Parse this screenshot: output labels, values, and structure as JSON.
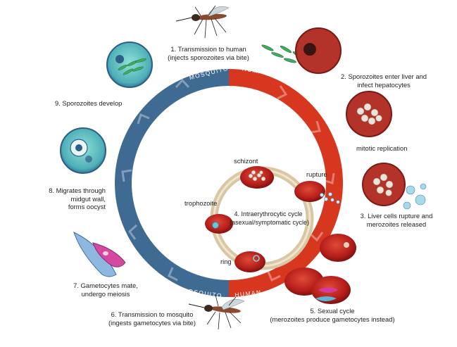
{
  "arc_labels": {
    "mosquito_top": "MOSQUITO",
    "human_top": "HUMAN",
    "mosquito_bottom": "MOSQUITO",
    "human_bottom": "HUMAN"
  },
  "steps": {
    "s1_line1": "1. Transmission to human",
    "s1_line2": "(injects sporozoites via bite)",
    "s2_line1": "2. Sporozoites enter liver and",
    "s2_line2": "infect hepatocytes",
    "mitotic": "mitotic replication",
    "s3_line1": "3. Liver cells rupture and",
    "s3_line2": "merozoites released",
    "s4_line1": "4. Intraerythrocytic cycle",
    "s4_line2": "(asexual/symptomatic cycle)",
    "s5_line1": "5. Sexual cycle",
    "s5_line2": "(merozoites produce gametocytes instead)",
    "s6_line1": "6. Transmission to mosquito",
    "s6_line2": "(ingests gametocytes via bite)",
    "s7_line1": "7. Gametocytes mate,",
    "s7_line2": "undergo meiosis",
    "s8_line1": "8. Migrates through",
    "s8_line2": "midgut wall,",
    "s8_line3": "forms oocyst",
    "s9": "9. Sporozoites develop"
  },
  "inner_cycle": {
    "schizont": "schizont",
    "rupture": "rupture",
    "trophozoite": "trophozoite",
    "ring": "ring"
  },
  "colors": {
    "mosquito_blue": "#3f6b93",
    "human_red": "#d8371f",
    "inner_ring": "#d9c7a4",
    "rbc_red": "#b51e1a"
  }
}
